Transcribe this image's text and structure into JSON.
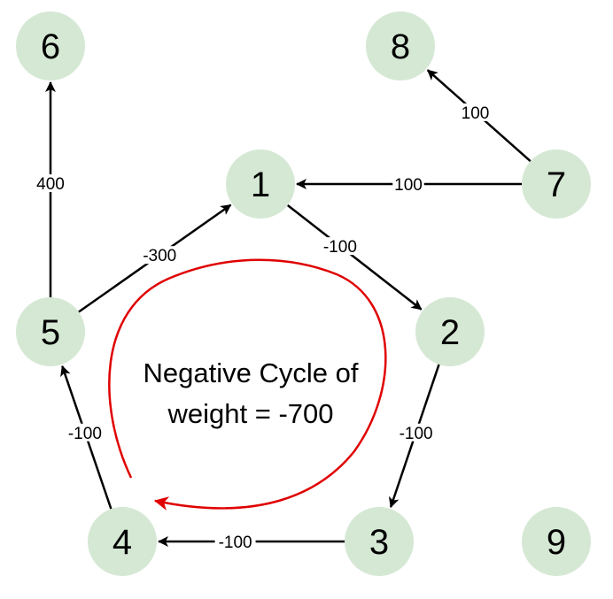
{
  "nodes": [
    {
      "id": "1",
      "label": "1"
    },
    {
      "id": "2",
      "label": "2"
    },
    {
      "id": "3",
      "label": "3"
    },
    {
      "id": "4",
      "label": "4"
    },
    {
      "id": "5",
      "label": "5"
    },
    {
      "id": "6",
      "label": "6"
    },
    {
      "id": "7",
      "label": "7"
    },
    {
      "id": "8",
      "label": "8"
    },
    {
      "id": "9",
      "label": "9"
    }
  ],
  "edges": [
    {
      "from": "1",
      "to": "2",
      "weight": "-100"
    },
    {
      "from": "2",
      "to": "3",
      "weight": "-100"
    },
    {
      "from": "3",
      "to": "4",
      "weight": "-100"
    },
    {
      "from": "4",
      "to": "5",
      "weight": "-100"
    },
    {
      "from": "5",
      "to": "1",
      "weight": "-300"
    },
    {
      "from": "5",
      "to": "6",
      "weight": "400"
    },
    {
      "from": "7",
      "to": "1",
      "weight": "100"
    },
    {
      "from": "7",
      "to": "8",
      "weight": "100"
    }
  ],
  "annotation": {
    "line1": "Negative Cycle of",
    "line2": "weight  = -700"
  },
  "colors": {
    "node_fill": "#d5e8d4",
    "cycle_stroke": "#e00000",
    "edge_stroke": "#000000"
  }
}
